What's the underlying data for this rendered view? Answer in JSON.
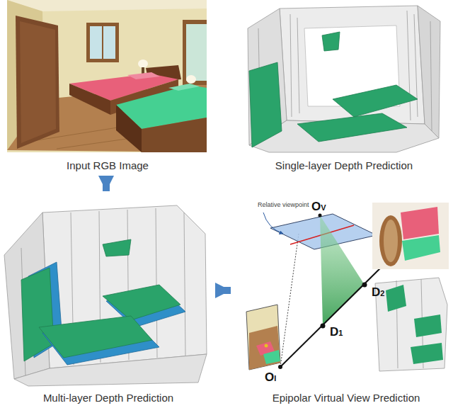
{
  "diagram": {
    "nodes": [
      {
        "text": [
          "Input RGB Image"
        ]
      },
      {
        "text": [
          "Single-layer Depth Prediction"
        ]
      },
      {
        "text": [
          "Multi-layer Depth Prediction"
        ]
      },
      {
        "text": [
          "Epipolar Virtual View Prediction"
        ]
      }
    ],
    "edges": [
      {
        "from": 0,
        "to": 2,
        "arrow": "to"
      },
      {
        "from": 2,
        "to": 3,
        "arrow": "to"
      }
    ],
    "labels": [
      "Relative viewpoint",
      "OV",
      "OI",
      "D2",
      "D1"
    ]
  }
}
